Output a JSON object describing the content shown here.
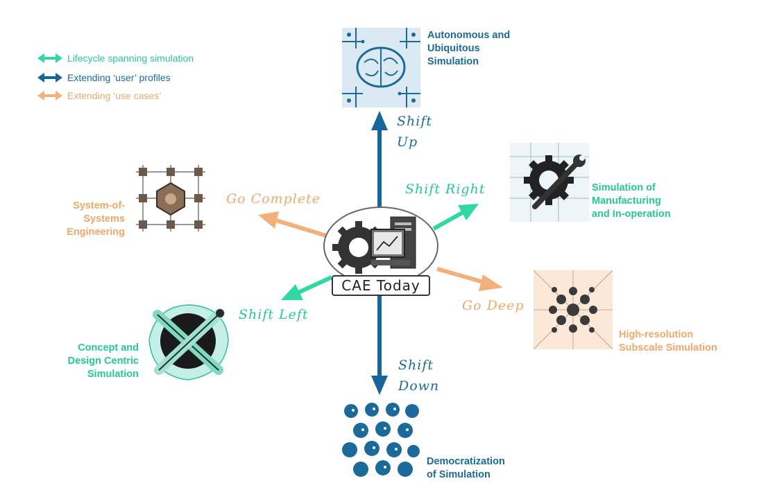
{
  "colors": {
    "lifecycle": "#2fd9a0",
    "user": "#17669a",
    "usecase": "#f3b07a",
    "lifecycle_text": "#25c993",
    "user_text": "#1b6a9c",
    "usecase_text": "#f0a96a"
  },
  "legend": [
    {
      "label": "Lifecycle spanning simulation",
      "color_key": "lifecycle"
    },
    {
      "label": "Extending ‘user’ profiles",
      "color_key": "user"
    },
    {
      "label": "Extending ‘use cases’",
      "color_key": "usecase"
    }
  ],
  "center": {
    "label": "CAE Today",
    "icon": "computer-gear-icon"
  },
  "nodes": {
    "top": {
      "label": "Autonomous and\nUbiquitous\nSimulation",
      "icon": "brain-circuit-icon"
    },
    "right": {
      "label": "Simulation of\nManufacturing\nand In-operation",
      "icon": "gear-wrench-icon"
    },
    "deep": {
      "label": "High-resolution\nSubscale Simulation",
      "icon": "particle-lattice-icon"
    },
    "bottom": {
      "label": "Democratization\nof Simulation",
      "icon": "people-crowd-icon"
    },
    "left": {
      "label": "Concept and\nDesign Centric\nSimulation",
      "icon": "pencil-cross-icon"
    },
    "complete": {
      "label": "System-of-\nSystems\nEngineering",
      "icon": "network-cubes-icon"
    }
  },
  "arrows": {
    "up": "Shift\nUp",
    "down": "Shift\nDown",
    "right": "Shift Right",
    "left": "Shift Left",
    "complete": "Go Complete",
    "deep": "Go Deep"
  }
}
